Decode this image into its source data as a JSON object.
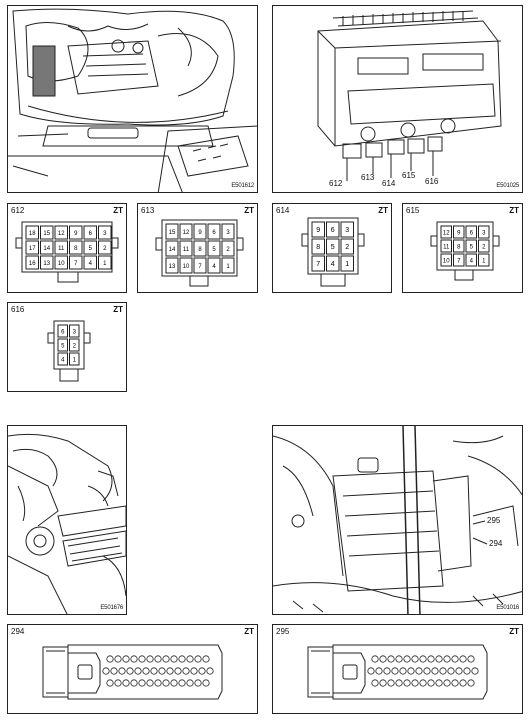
{
  "photos": {
    "p1": {
      "code": "E501612"
    },
    "p2": {
      "code": "E501025",
      "callouts": [
        "612",
        "613",
        "614",
        "615",
        "616"
      ]
    },
    "p3": {
      "code": "E501676"
    },
    "p4": {
      "code": "E501016",
      "callouts": [
        "295",
        "294"
      ]
    }
  },
  "connectors": {
    "c612": {
      "number": "612",
      "tag": "ZT",
      "rows": [
        [
          "18",
          "15",
          "12",
          "9",
          "6",
          "3"
        ],
        [
          "17",
          "14",
          "11",
          "8",
          "5",
          "2"
        ],
        [
          "16",
          "13",
          "10",
          "7",
          "4",
          "1"
        ]
      ]
    },
    "c613": {
      "number": "613",
      "tag": "ZT",
      "rows": [
        [
          "15",
          "12",
          "9",
          "6",
          "3"
        ],
        [
          "14",
          "11",
          "8",
          "5",
          "2"
        ],
        [
          "13",
          "10",
          "7",
          "4",
          "1"
        ]
      ]
    },
    "c614": {
      "number": "614",
      "tag": "ZT",
      "rows": [
        [
          "9",
          "6",
          "3"
        ],
        [
          "8",
          "5",
          "2"
        ],
        [
          "7",
          "4",
          "1"
        ]
      ]
    },
    "c615": {
      "number": "615",
      "tag": "ZT",
      "rows": [
        [
          "12",
          "9",
          "6",
          "3"
        ],
        [
          "11",
          "8",
          "5",
          "2"
        ],
        [
          "10",
          "7",
          "4",
          "1"
        ]
      ]
    },
    "c616": {
      "number": "616",
      "tag": "ZT",
      "rows": [
        [
          "6",
          "3"
        ],
        [
          "5",
          "2"
        ],
        [
          "4",
          "1"
        ]
      ]
    },
    "c294": {
      "number": "294",
      "tag": "ZT"
    },
    "c295": {
      "number": "295",
      "tag": "ZT"
    }
  }
}
